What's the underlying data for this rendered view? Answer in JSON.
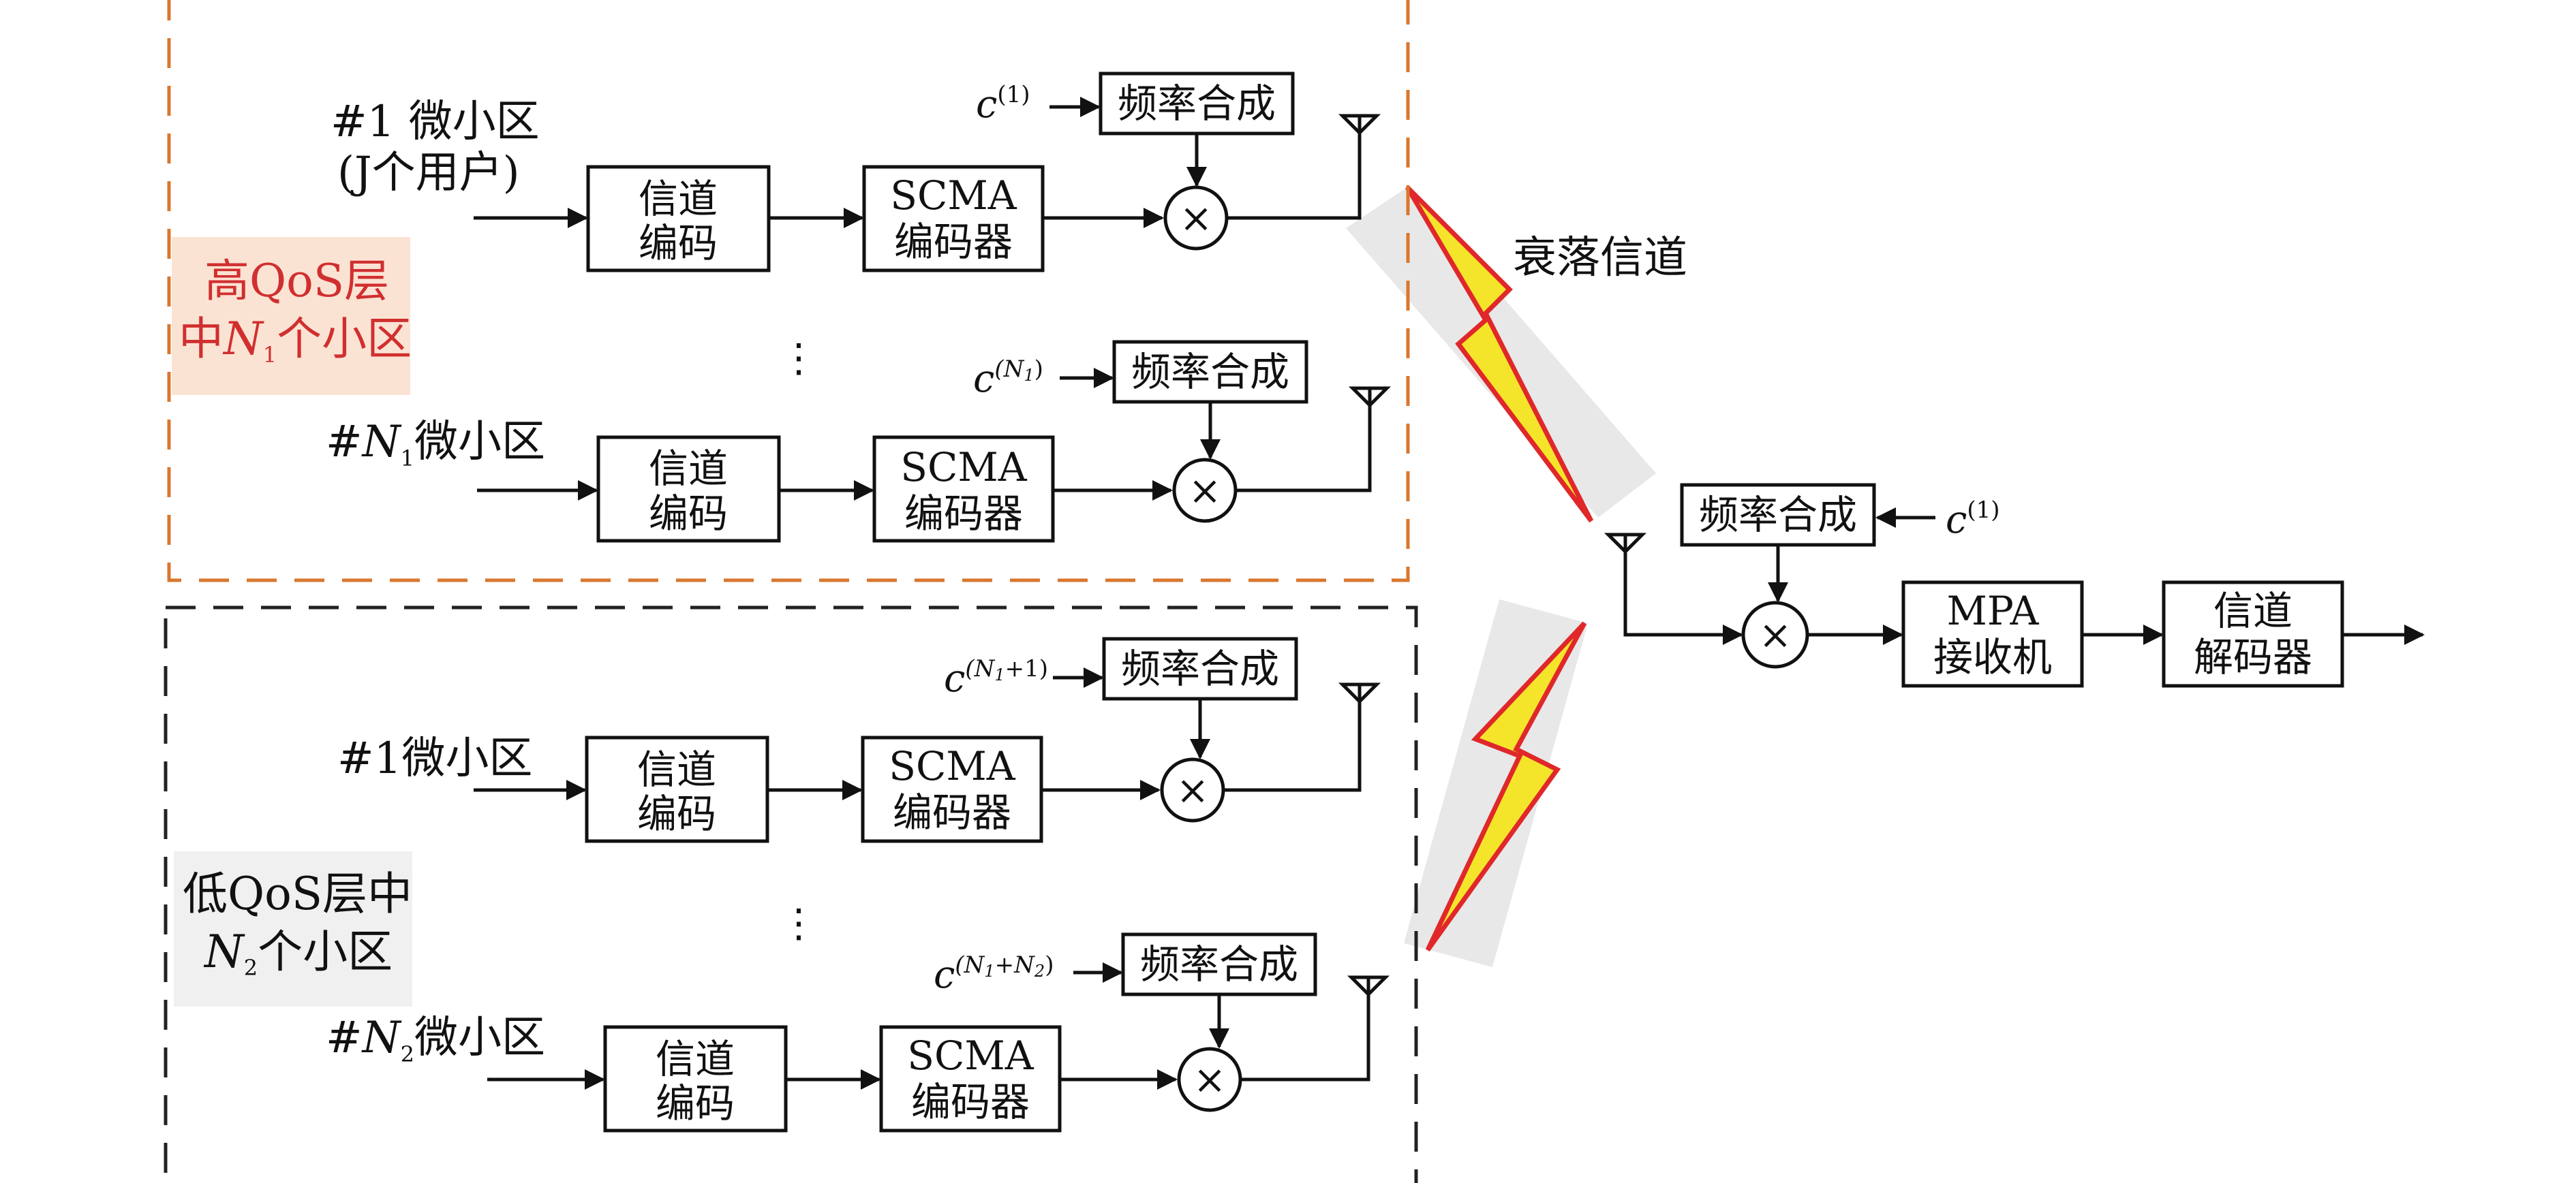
{
  "blocks": {
    "channel_coding": [
      "信道",
      "编码"
    ],
    "scma_encoder": [
      "SCMA",
      "编码器"
    ],
    "freq_synth": "频率合成",
    "mpa_receiver": [
      "MPA",
      "接收机"
    ],
    "channel_decoder": [
      "信道",
      "解码器"
    ],
    "multiply": "×"
  },
  "group_high": {
    "label_lines": [
      "高QoS层",
      "中",
      "N",
      "1",
      "个小区"
    ],
    "label_color": "#d12f2f",
    "label_bg": "#fbe3d4",
    "border_color": "#d9772e",
    "cell_first": {
      "hash": "#1 微小区",
      "users": "(J个用户)",
      "code": "c",
      "code_sup": "(1)"
    },
    "cell_last": {
      "hash": "#N",
      "sub": "1",
      "suffix": "微小区",
      "code": "c",
      "code_sup": "(N",
      "code_sup_sub": "1",
      "code_sup_end": ")"
    }
  },
  "group_low": {
    "label_lines": [
      "低QoS层中",
      "N",
      "2",
      "个小区"
    ],
    "label_color": "#111111",
    "label_bg": "#f0f0f0",
    "border_color": "#222222",
    "cell_first": {
      "hash": "#1微小区",
      "code": "c",
      "code_sup": "(N",
      "code_sup_sub": "1",
      "code_sup_end": "+1)"
    },
    "cell_last": {
      "hash": "#N",
      "sub": "2",
      "suffix": "微小区",
      "code": "c",
      "code_sup": "(N",
      "code_sup_sub": "1",
      "code_sup_mid": "+N",
      "code_sup_sub2": "2",
      "code_sup_end": ")"
    }
  },
  "ellipsis": "⋮",
  "fading_channel": "衰落信道",
  "receiver": {
    "code": "c",
    "code_sup": "(1)"
  },
  "colors": {
    "bolt_fill": "#f5e52a",
    "bolt_edge": "#e0282a",
    "beam": "#e8e8e8"
  }
}
